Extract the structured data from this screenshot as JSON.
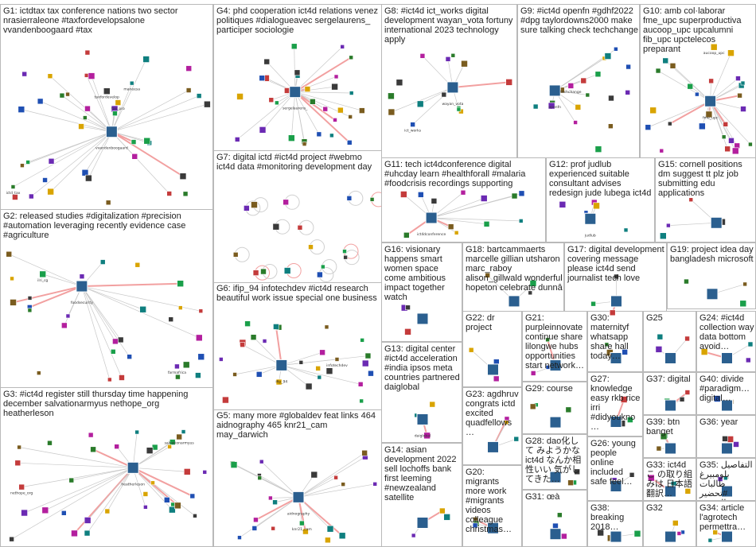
{
  "groups": [
    {
      "id": "G1",
      "label": "G1: ictdtax tax conference nations two sector nrasierraleone #taxfordevelopsalone vvandenboogaard #tax",
      "node_names": [
        "vvandenboogaard",
        "maneesa",
        "taxfordevelop",
        "ictd_tax",
        "tax_pro"
      ]
    },
    {
      "id": "G2",
      "label": "G2: released studies #digitalization #precision #automation leveraging recently evidence case #agriculture",
      "node_names": [
        "foodsecurity",
        "farmafrica",
        "ilri_cg"
      ]
    },
    {
      "id": "G3",
      "label": "G3: #ict4d register still thursday time happening december salvationarmyus nethope_org heatherleson",
      "node_names": [
        "heatherleson",
        "nethope_org",
        "salvationarmyus"
      ]
    },
    {
      "id": "G4",
      "label": "G4: phd cooperation ict4d relations venez politiques #dialogueavec sergelaurens_ participer sociologie",
      "node_names": [
        "sergelaurens_"
      ]
    },
    {
      "id": "G5",
      "label": "G5: many more #globaldev feat links 464 aidnography 465 knr21_cam may_darwich",
      "node_names": [
        "aidnography",
        "knr21_cam"
      ]
    },
    {
      "id": "G6",
      "label": "G6: ifip_94 infotechdev #ict4d research beautiful work issue special one business",
      "node_names": [
        "ifip_94",
        "infotechdev"
      ]
    },
    {
      "id": "G7",
      "label": "G7: digital ictd #ict4d project #webmo ict4d data #monitoring development day",
      "node_names": []
    },
    {
      "id": "G8",
      "label": "G8: #ict4d ict_works digital development wayan_vota fortuny international 2023 technology apply",
      "node_names": [
        "wayan_vota",
        "ict_works"
      ]
    },
    {
      "id": "G9",
      "label": "G9: #ict4d openfn #gdhf2022 #dpg taylordowns2000 make sure talking check techchange",
      "node_names": [
        "openfn",
        "techchange"
      ]
    },
    {
      "id": "G10",
      "label": "G10: amb col·laborar fme_upc superproductiva aucoop_upc upcalumni fib_upc upctelecos preparant",
      "node_names": [
        "fme_upc",
        "aucoop_upc"
      ]
    },
    {
      "id": "G11",
      "label": "G11: tech ict4dconference digital #uhcday learn #healthforall #malaria #foodcrisis recordings supporting",
      "node_names": [
        "ict4dconference"
      ]
    },
    {
      "id": "G12",
      "label": "G12: prof judlub experienced suitable consultant advises redesign jude lubega ict4d",
      "node_names": [
        "judlub"
      ]
    },
    {
      "id": "G13",
      "label": "G13: digital center #ict4d acceleration #india ipsos meta countries partnered daiglobal",
      "node_names": [
        "daiglobal"
      ]
    },
    {
      "id": "G14",
      "label": "G14: asian development 2022 sell lochoffs bank first leeming #newzealand satellite",
      "node_names": []
    },
    {
      "id": "G15",
      "label": "G15: cornell positions dm suggest tt plz job submitting edu applications",
      "node_names": []
    },
    {
      "id": "G16",
      "label": "G16: visionary happens smart women space come ambitious impact together watch",
      "node_names": []
    },
    {
      "id": "G17",
      "label": "G17: digital development covering message please ict4d send journalist tech love",
      "node_names": []
    },
    {
      "id": "G18",
      "label": "G18: bartcammaerts marcelle gillian utsharon marc_raboy alison_gillwald wonderful hopeton celebrate dunnâ",
      "node_names": []
    },
    {
      "id": "G19",
      "label": "G19: project idea day bangladesh microsoft",
      "node_names": []
    },
    {
      "id": "G20",
      "label": "G20: migrants more work #migrants videos colleague christmas…",
      "node_names": []
    },
    {
      "id": "G21",
      "label": "G21: purpleinnovate continue share lilongwe hubs opportunities start network…",
      "node_names": []
    },
    {
      "id": "G22",
      "label": "G22: dr project",
      "node_names": []
    },
    {
      "id": "G23",
      "label": "G23: agdhruv congrats ictd excited quadfellows…",
      "node_names": []
    },
    {
      "id": "G24",
      "label": "G24: #ict4d collection way data bottom avoid…",
      "node_names": []
    },
    {
      "id": "G25",
      "label": "G25",
      "node_names": []
    },
    {
      "id": "G26",
      "label": "G26: young people online included safe feel…",
      "node_names": []
    },
    {
      "id": "G27",
      "label": "G27: knowledge easy rkb rice irri #didyoukno…",
      "node_names": []
    },
    {
      "id": "G28",
      "label": "G28: dao化して みようかな ict4d なんか相性いい 気がしてきた…",
      "node_names": []
    },
    {
      "id": "G29",
      "label": "G29: course",
      "node_names": []
    },
    {
      "id": "G30",
      "label": "G30: maternityf whatsapp share hall today…",
      "node_names": []
    },
    {
      "id": "G31",
      "label": "G31: œà",
      "node_names": []
    },
    {
      "id": "G32",
      "label": "G32",
      "node_names": []
    },
    {
      "id": "G33",
      "label": "G33: ict4d こ の取り組みは 日本語翻訳…",
      "node_names": []
    },
    {
      "id": "G34",
      "label": "G34: article l'agrotech permettra…",
      "node_names": []
    },
    {
      "id": "G35",
      "label": "G35: التفاصيل بلومبيرغ طالبات #تحضير المشهد…",
      "node_names": []
    },
    {
      "id": "G36",
      "label": "G36: year",
      "node_names": []
    },
    {
      "id": "G37",
      "label": "G37: digital",
      "node_names": []
    },
    {
      "id": "G38",
      "label": "G38: breaking 2018…",
      "node_names": []
    },
    {
      "id": "G39",
      "label": "G39: btn banget",
      "node_names": []
    },
    {
      "id": "G40",
      "label": "G40: divide #paradigm… digital…",
      "node_names": []
    }
  ]
}
